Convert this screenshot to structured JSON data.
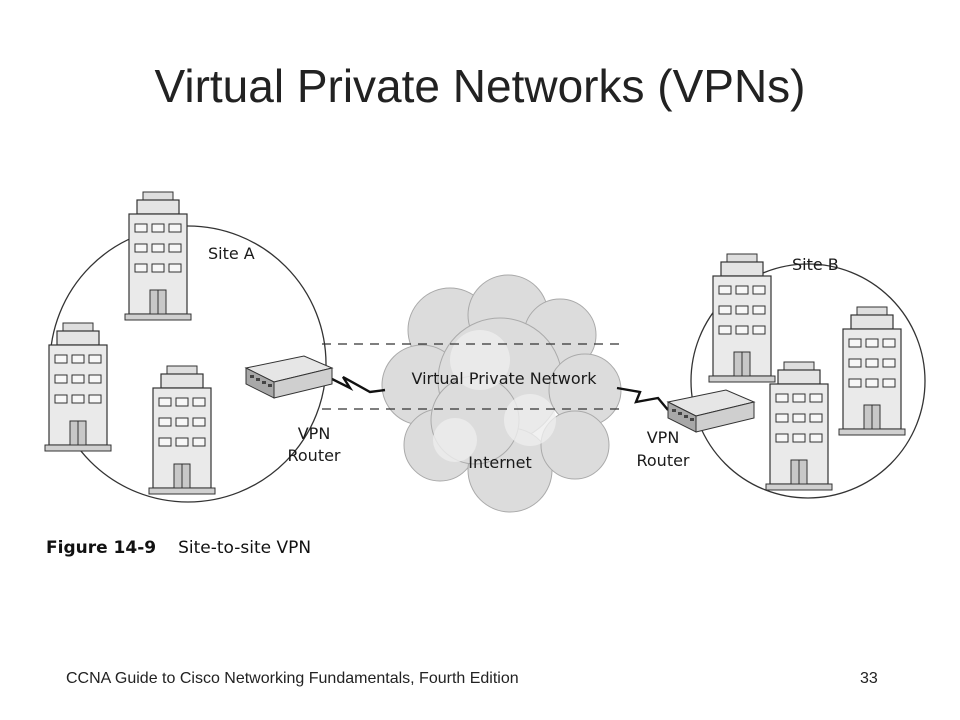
{
  "slide": {
    "title": "Virtual Private Networks (VPNs)",
    "footer_left": "CCNA Guide to Cisco Networking Fundamentals, Fourth Edition",
    "page_number": "33"
  },
  "figure": {
    "number": "Figure 14-9",
    "caption": "Site-to-site VPN"
  },
  "diagram": {
    "site_a_label": "Site A",
    "site_b_label": "Site B",
    "router_a_label": [
      "VPN",
      "Router"
    ],
    "router_b_label": [
      "VPN",
      "Router"
    ],
    "tunnel_label": "Virtual Private Network",
    "cloud_label": "Internet"
  }
}
